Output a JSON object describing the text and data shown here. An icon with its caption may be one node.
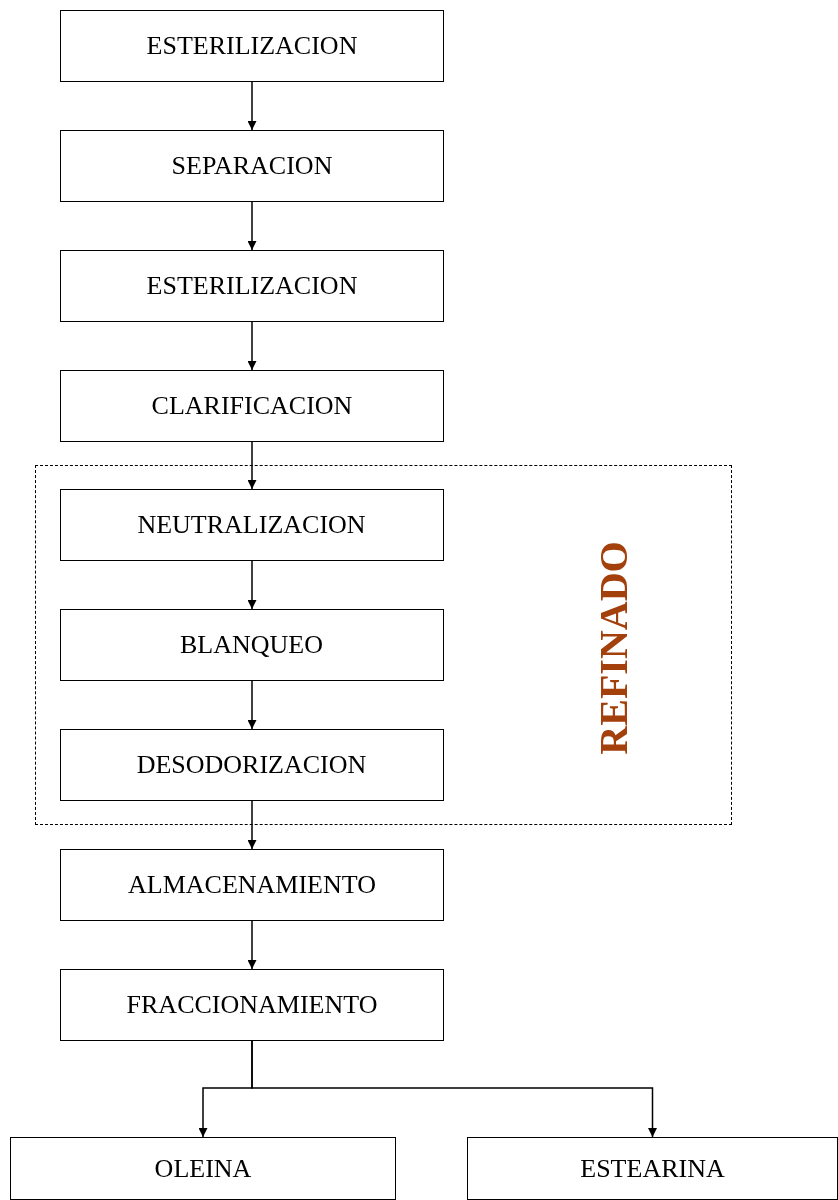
{
  "diagram": {
    "nodes": [
      {
        "text": [
          "ESTERILIZACION"
        ]
      },
      {
        "text": [
          "SEPARACION"
        ]
      },
      {
        "text": [
          "ESTERILIZACION"
        ]
      },
      {
        "text": [
          "CLARIFICACION"
        ]
      },
      {
        "text": [
          "REFINADO"
        ]
      },
      {
        "text": [
          "NEUTRALIZACION"
        ],
        "in": 4
      },
      {
        "text": [
          "BLANQUEO"
        ],
        "in": 4
      },
      {
        "text": [
          "DESODORIZACION"
        ],
        "in": 4
      },
      {
        "text": [
          "ALMACENAMIENTO"
        ]
      },
      {
        "text": [
          "FRACCIONAMIENTO"
        ]
      },
      {
        "text": [
          "OLEINA"
        ]
      },
      {
        "text": [
          "ESTEARINA"
        ]
      }
    ],
    "edges": [
      {
        "from": 0,
        "to": 1,
        "arrow": "to"
      },
      {
        "from": 1,
        "to": 2,
        "arrow": "to"
      },
      {
        "from": 2,
        "to": 3,
        "arrow": "to"
      },
      {
        "from": 3,
        "to": 5,
        "arrow": "to"
      },
      {
        "from": 5,
        "to": 6,
        "arrow": "to"
      },
      {
        "from": 6,
        "to": 7,
        "arrow": "to"
      },
      {
        "from": 7,
        "to": 8,
        "arrow": "to"
      },
      {
        "from": 8,
        "to": 9,
        "arrow": "to"
      },
      {
        "from": 9,
        "to": 10,
        "arrow": "to"
      },
      {
        "from": 9,
        "to": 11,
        "arrow": "to"
      }
    ]
  }
}
